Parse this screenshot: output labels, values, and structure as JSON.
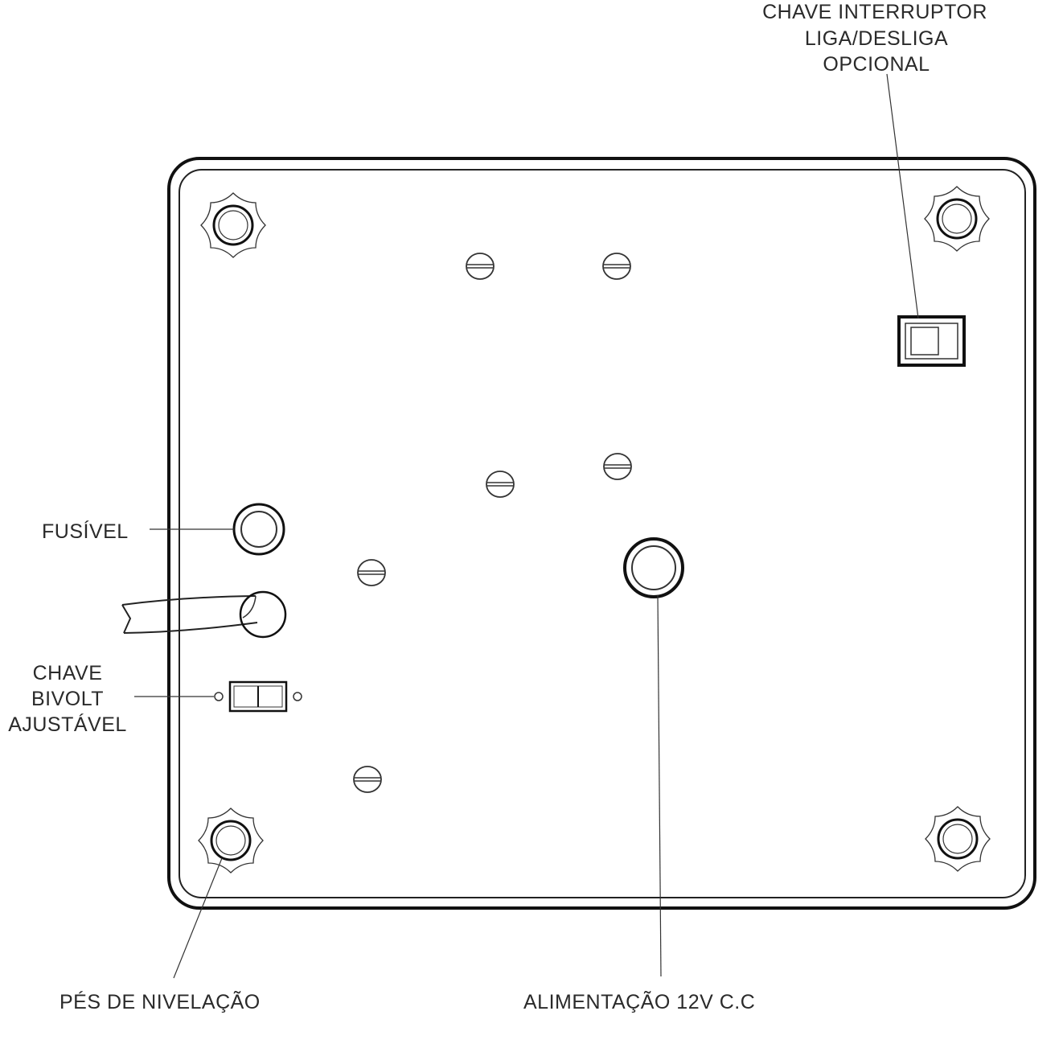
{
  "labels": {
    "switch_line1": "CHAVE INTERRUPTOR",
    "switch_line2": "LIGA/DESLIGA",
    "switch_line3": "OPCIONAL",
    "fuse": "FUSÍVEL",
    "bivolt_line1": "CHAVE",
    "bivolt_line2": "BIVOLT",
    "bivolt_line3": "AJUSTÁVEL",
    "feet": "PÉS DE NIVELAÇÃO",
    "power": "ALIMENTAÇÃO 12V C.C"
  },
  "icons": [
    "leveling-foot-icon",
    "screw-icon",
    "rocker-switch-icon",
    "fuse-holder-icon",
    "power-jack-icon",
    "bivolt-switch-icon",
    "power-cord-icon"
  ],
  "colors": {
    "line": "#222222",
    "background": "#ffffff"
  }
}
